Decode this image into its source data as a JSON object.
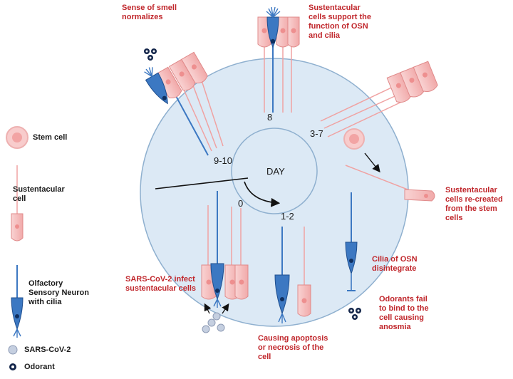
{
  "legend": {
    "stem_cell": "Stem cell",
    "sustentacular_cell": "Sustentacular\ncell",
    "osn": "Olfactory\nSensory Neuron\nwith cilia",
    "virus": "SARS-CoV-2",
    "odorant": "Odorant"
  },
  "center_label": "DAY",
  "days": {
    "d0": "0",
    "d1_2": "1-2",
    "d3_7": "3-7",
    "d8": "8",
    "d9_10": "9-10"
  },
  "annotations": {
    "smell_normalizes": "Sense of smell\nnormalizes",
    "sustentacular_support": "Sustentacular\ncells support the\nfunction of OSN\nand cilia",
    "recreated": "Sustentacular\ncells re-created\nfrom the stem\ncells",
    "cilia_disintegrate": "Cilia of OSN\ndisintegrate",
    "odorants_fail": "Odorants fail\nto bind to the\ncell causing\nanosmia",
    "apoptosis": "Causing apoptosis\nor necrosis of the\ncell",
    "infect": "SARS-CoV-2 infect\nsustentacular cells"
  },
  "colors": {
    "circle_fill": "#dce9f5",
    "circle_stroke": "#8fb0cf",
    "sust_fill": "#f6c3c3",
    "sust_stroke": "#e08a8a",
    "neuron": "#3c78c2",
    "neuron_dark": "#1f4f8f",
    "text_red": "#c0262b"
  }
}
